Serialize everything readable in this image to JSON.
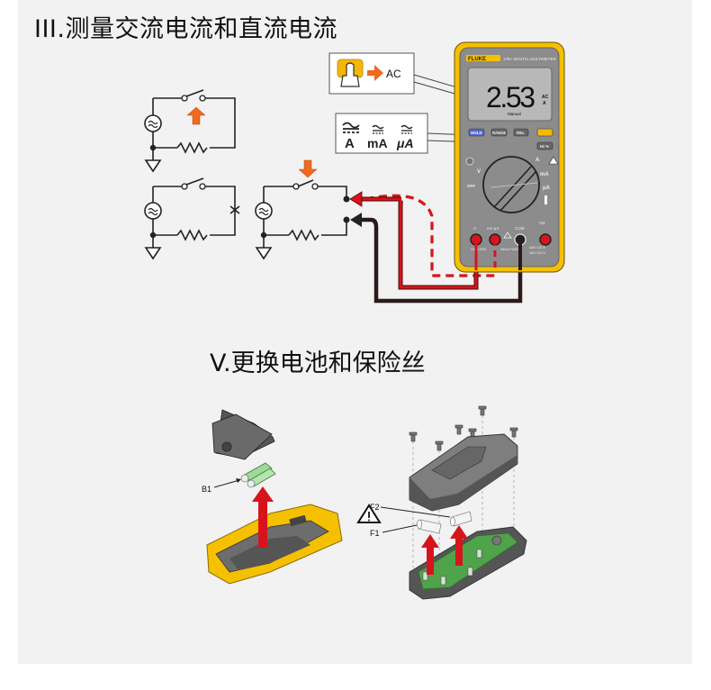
{
  "section3": {
    "title": "III.测量交流电流和直流电流",
    "callout_button": {
      "label": "AC"
    },
    "callout_units": {
      "units": [
        "A",
        "mA",
        "μA"
      ]
    },
    "meter": {
      "brand": "FLUKE",
      "model": "17B+ DIGITAL MULTIMETER",
      "display_value": "2.53",
      "display_unit_top": "AC",
      "display_unit_bottom": "A",
      "display_mode": "Manual",
      "buttons": [
        "HOLD",
        "RANGE",
        "REL",
        "",
        "Hz %"
      ],
      "dial_labels": [
        "V",
        "OFF",
        "A",
        "mA",
        "μA"
      ],
      "jacks": [
        "A",
        "mA μA",
        "COM",
        "VΩ"
      ],
      "jack_notes": [
        "10A FUSED",
        "400mA FUSED",
        "600V CAT III",
        "300V CAT IV"
      ]
    },
    "icons": [
      "switch-open-icon",
      "up-arrow-icon",
      "down-arrow-icon",
      "ac-source-icon",
      "ground-icon",
      "resistor-icon"
    ]
  },
  "section5": {
    "title": "V.更换电池和保险丝",
    "battery_label": "B1",
    "fuse_labels": [
      "F2",
      "F1"
    ],
    "warning_icon": "warning-triangle-icon"
  },
  "colors": {
    "panel_bg": "#f2f2f2",
    "meter_body": "#8c8c8c",
    "meter_yellow": "#f5c000",
    "lead_red": "#d7141c",
    "lead_black": "#2a1a1a",
    "arrow_orange": "#f06a1e",
    "hold_blue": "#5566cc"
  }
}
